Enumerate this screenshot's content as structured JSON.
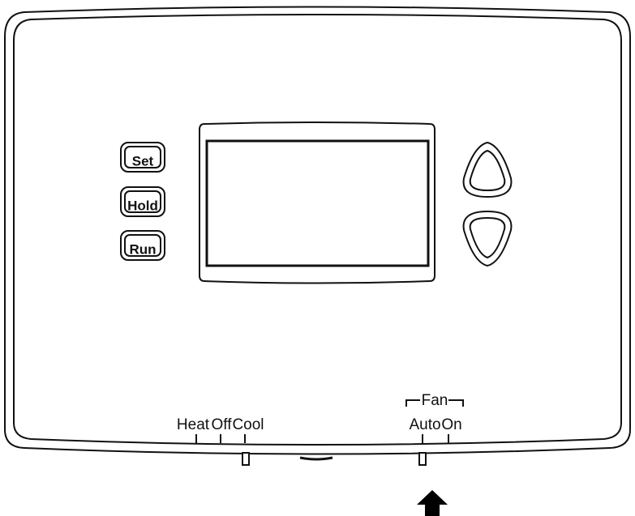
{
  "buttons": {
    "set": "Set",
    "hold": "Hold",
    "run": "Run"
  },
  "system_switch": {
    "heat": "Heat",
    "off": "Off",
    "cool": "Cool"
  },
  "fan_switch": {
    "title": "Fan",
    "auto": "Auto",
    "on": "On"
  },
  "icons": {
    "up": "up-arrow-icon",
    "down": "down-arrow-icon",
    "pointer": "pointer-arrow-icon"
  },
  "colors": {
    "line": "#111111",
    "background": "#ffffff"
  }
}
